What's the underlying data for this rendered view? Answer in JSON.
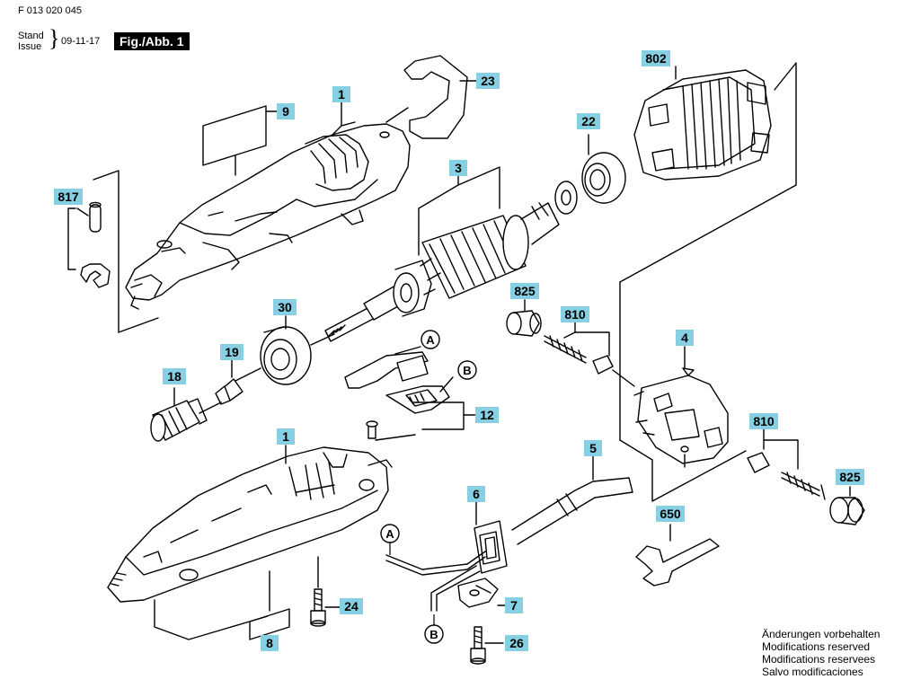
{
  "header": {
    "doc_number": "F 013 020 045",
    "stand_label": "Stand",
    "issue_label": "Issue",
    "date": "09-11-17",
    "figure_label": "Fig./Abb. 1"
  },
  "disclaimer": [
    "Änderungen vorbehalten",
    "Modifications reserved",
    "Modifications reservees",
    "Salvo modificaciones"
  ],
  "parts": {
    "p802": "802",
    "p23": "23",
    "p1_top": "1",
    "p9": "9",
    "p22": "22",
    "p3": "3",
    "p817": "817",
    "p825_top": "825",
    "p810_top": "810",
    "p30": "30",
    "p4": "4",
    "p19": "19",
    "p18": "18",
    "p12": "12",
    "p1_bottom": "1",
    "p810_right": "810",
    "p825_right": "825",
    "p5": "5",
    "p6": "6",
    "p650": "650",
    "p7": "7",
    "p24": "24",
    "p26": "26",
    "p8": "8"
  },
  "markers": {
    "a1": "A",
    "b1": "B",
    "a2": "A",
    "b2": "B"
  },
  "colors": {
    "label_fill": "#87cfe3",
    "ink": "#000000"
  }
}
